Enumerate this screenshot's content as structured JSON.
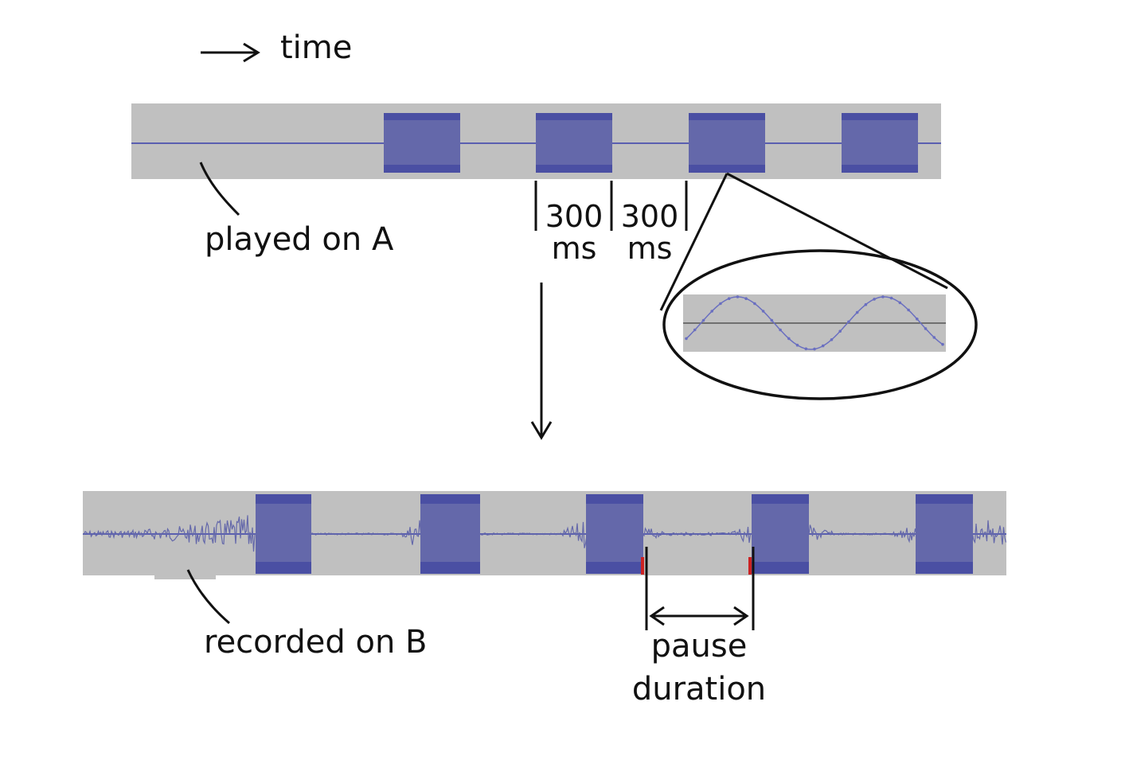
{
  "time_label": "time",
  "played_label": "played on A",
  "recorded_label": "recorded on B",
  "interval_1": {
    "value": "300",
    "unit": "ms"
  },
  "interval_2": {
    "value": "300",
    "unit": "ms"
  },
  "pause_label": {
    "line1": "pause",
    "line2": "duration"
  },
  "colors": {
    "track_background": "#c0c0c0",
    "tone": "#6468aa",
    "tone_dark": "#4a4fa3",
    "baseline": "#5a5fb0",
    "onset_marker": "#cc2222",
    "ink": "#111111"
  }
}
